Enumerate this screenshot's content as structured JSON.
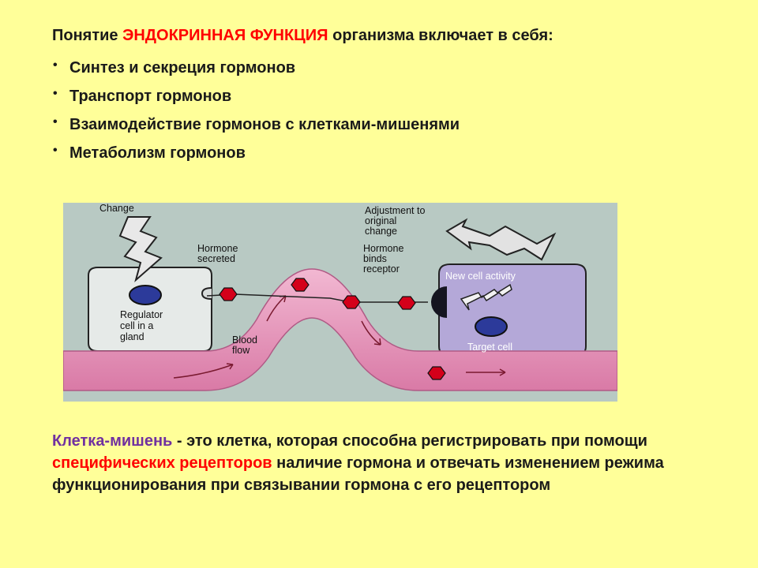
{
  "heading": {
    "prefix": "Понятие",
    "highlight": "ЭНДОКРИННАЯ ФУНКЦИЯ",
    "suffix": "организма включает в себя:"
  },
  "bullets": [
    "Синтез и секреция гормонов",
    "Транспорт гормонов",
    "Взаимодействие гормонов с клетками-мишенями",
    "Метаболизм гормонов"
  ],
  "figure": {
    "change": "Change",
    "adjustment": [
      "Adjustment to",
      "original",
      "change"
    ],
    "hormone_secreted": [
      "Hormone",
      "secreted"
    ],
    "hormone_binds": [
      "Hormone",
      "binds",
      "receptor"
    ],
    "new_cell_activity": "New cell activity",
    "regulator_cell": [
      "Regulator",
      "cell in a",
      "gland"
    ],
    "blood_flow": [
      "Blood",
      "flow"
    ],
    "target_cell": "Target cell"
  },
  "definition": {
    "term": "Клетка-мишень",
    "text1": " - это клетка, которая способна регистрировать при помощи ",
    "highlight": "специфических рецепторов",
    "text2": " наличие гормона и отвечать изменением режима функционирования при связывании гормона с его рецептором"
  },
  "colors": {
    "background": "#ffff99",
    "accent_red": "#ff0000",
    "accent_purple": "#7030a0",
    "vessel": "#e8a0c0",
    "hormone": "#d4001a",
    "regulator_cell": "#e6eae8",
    "target_cell": "#b4a8d8"
  }
}
